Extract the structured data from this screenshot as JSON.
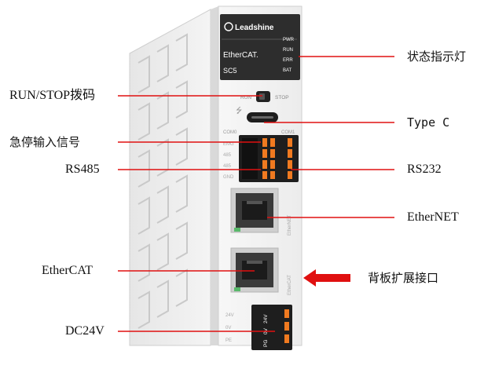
{
  "device": {
    "brand": "Leadshine",
    "protocol": "EtherCAT.",
    "model": "SC5",
    "led_labels": [
      "PWR",
      "RUN",
      "ERR",
      "BAT"
    ],
    "switch_run": "RUN",
    "switch_stop": "STOP",
    "port_com0": "COM0",
    "port_com1": "COM1",
    "terminal_labels": [
      "EMG",
      "485",
      "485",
      "GND"
    ],
    "ethernet_label": "EtherNET",
    "ethercat_label": "EtherCAT",
    "power_labels": [
      "24V",
      "0V",
      "PE"
    ],
    "power_plug_labels": [
      "PG",
      "0V",
      "24V"
    ]
  },
  "callouts": {
    "left": [
      "RUN/STOP拨码",
      "急停输入信号",
      "RS485",
      "EtherCAT",
      "DC24V"
    ],
    "right": [
      "状态指示灯",
      "Type C",
      "RS232",
      "EtherNET",
      "背板扩展接口"
    ]
  },
  "colors": {
    "leader_line": "#e01010",
    "arrow": "#e01010",
    "terminal_orange": "#f07a20"
  }
}
